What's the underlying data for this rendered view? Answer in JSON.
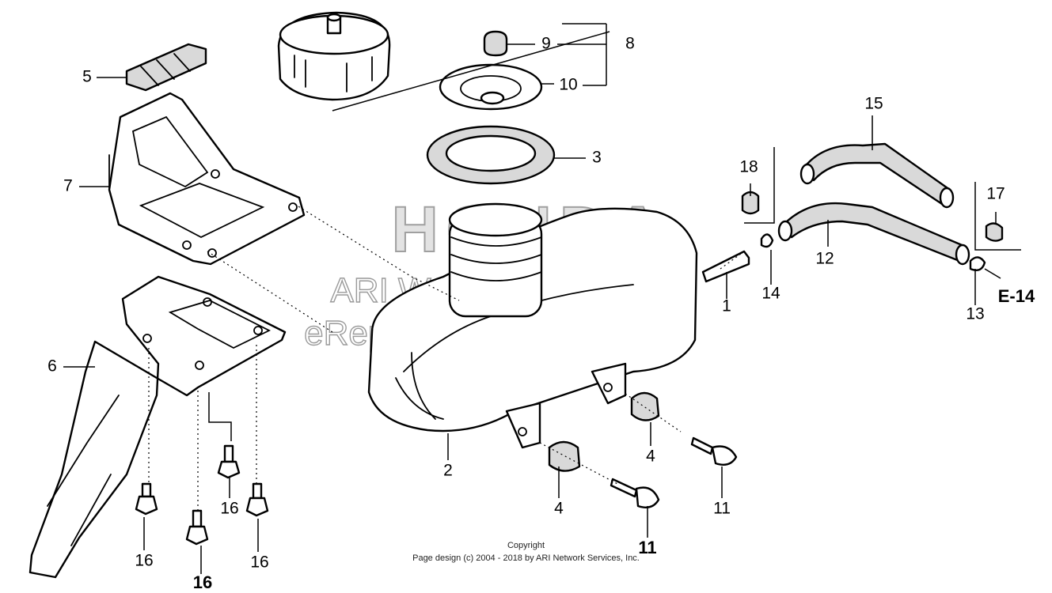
{
  "diagram": {
    "watermark_logo": "HONDA",
    "watermark_line1": "ARI WebsiteSmart",
    "watermark_line2": "eReplacementParts.com",
    "callouts": {
      "c1": "1",
      "c2": "2",
      "c3": "3",
      "c4a": "4",
      "c4b": "4",
      "c5": "5",
      "c6": "6",
      "c7": "7",
      "c8": "8",
      "c9": "9",
      "c10": "10",
      "c11a": "11",
      "c11b": "11",
      "c12": "12",
      "c13": "13",
      "c14": "14",
      "c15": "15",
      "c16a": "16",
      "c16b": "16",
      "c16c": "16",
      "c16d": "16",
      "c17": "17",
      "c18": "18",
      "ref": "E-14"
    }
  },
  "footer": {
    "line1": "Copyright",
    "line2": "Page design (c) 2004 - 2018 by ARI Network Services, Inc."
  }
}
